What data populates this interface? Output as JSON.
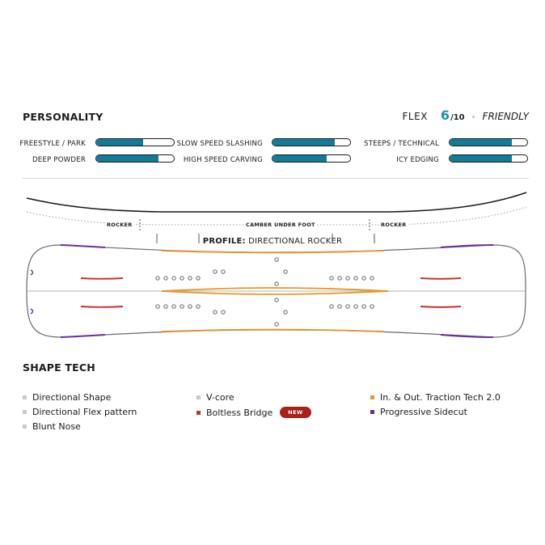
{
  "personality": {
    "title": "PERSONALITY",
    "flex_label": "FLEX",
    "flex_value": "6",
    "flex_max": "/10",
    "flex_separator": "•",
    "flex_descriptor": "FRIENDLY"
  },
  "ratings": [
    {
      "label": "FREESTYLE / PARK",
      "fraction": 0.6
    },
    {
      "label": "DEEP POWDER",
      "fraction": 0.8
    },
    {
      "label": "SLOW SPEED SLASHING",
      "fraction": 0.8
    },
    {
      "label": "HIGH SPEED CARVING",
      "fraction": 0.7
    },
    {
      "label": "STEEPS / TECHNICAL",
      "fraction": 0.8
    },
    {
      "label": "ICY EDGING",
      "fraction": 0.8
    }
  ],
  "profile": {
    "label_bold": "PROFILE:",
    "label_value": "DIRECTIONAL ROCKER",
    "zones": [
      "ROCKER",
      "CAMBER UNDER FOOT",
      "ROCKER"
    ]
  },
  "shape_tech": {
    "title": "SHAPE TECH",
    "items": [
      {
        "label": "Directional Shape",
        "color": "#c8c8c8"
      },
      {
        "label": "Directional Flex pattern",
        "color": "#c8c8c8"
      },
      {
        "label": "Blunt Nose",
        "color": "#c8c8c8"
      },
      {
        "label": "V-core",
        "color": "#c8c8c8"
      },
      {
        "label": "Boltless Bridge",
        "color": "#b23a2a",
        "badge": "NEW"
      },
      {
        "label": "In. & Out. Traction Tech 2.0",
        "color": "#e8962a"
      },
      {
        "label": "Progressive Sidecut",
        "color": "#6b2f9c"
      }
    ]
  },
  "colors": {
    "accent": "#137b9a",
    "traction": "#e8962a",
    "sidecut": "#6b2f9c",
    "bridge": "#c9342a"
  }
}
